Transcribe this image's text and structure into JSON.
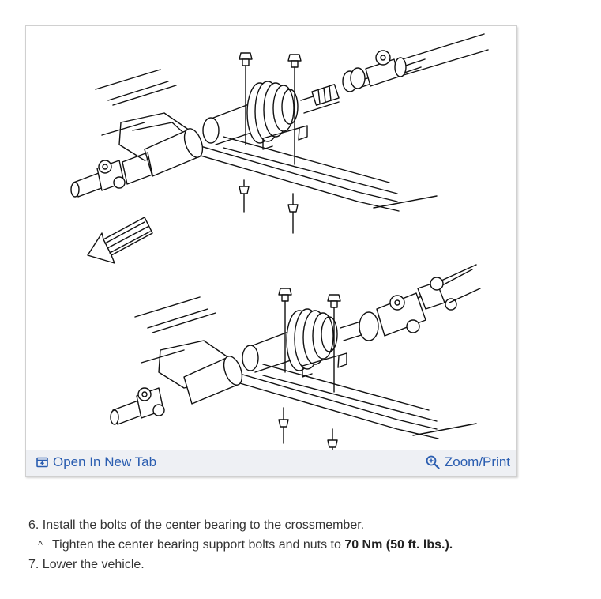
{
  "figure": {
    "open_label": "Open In New Tab",
    "zoom_label": "Zoom/Print",
    "link_color": "#2a5db0",
    "toolbar_bg": "#eef0f4",
    "icons": [
      "open-new-tab-icon",
      "zoom-icon"
    ]
  },
  "steps": {
    "step6": "6. Install the bolts of the center bearing to the crossmember.",
    "sub_bullet": "^",
    "sub_text": "Tighten the center bearing support bolts and nuts to ",
    "sub_bold": "70 Nm (50 ft. lbs.).",
    "step7": "7. Lower the vehicle."
  }
}
